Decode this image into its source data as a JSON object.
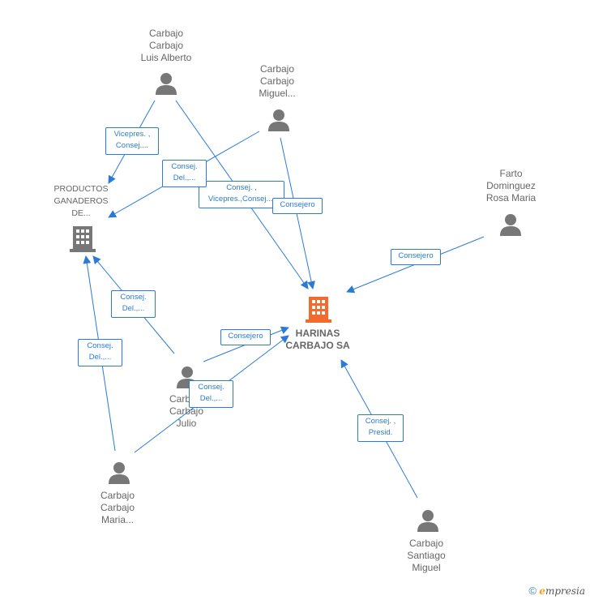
{
  "colors": {
    "edge": "#2b7bd6",
    "person": "#777777",
    "company": "#777777",
    "focus_company": "#f26a2e"
  },
  "nodes": [
    {
      "id": "luis_alberto",
      "type": "person",
      "label": "Carbajo\nCarbajo\nLuis Alberto"
    },
    {
      "id": "miguel",
      "type": "person",
      "label": "Carbajo\nCarbajo\nMiguel..."
    },
    {
      "id": "farto",
      "type": "person",
      "label": "Farto\nDominguez\nRosa Maria"
    },
    {
      "id": "productos",
      "type": "company",
      "label": "PRODUCTOS\nGANADEROS\nDE..."
    },
    {
      "id": "harinas",
      "type": "focus_company",
      "label": "HARINAS\nCARBAJO SA"
    },
    {
      "id": "julio",
      "type": "person",
      "label": "Carbajo\nCarbajo\nJulio"
    },
    {
      "id": "maria",
      "type": "person",
      "label": "Carbajo\nCarbajo\nMaria..."
    },
    {
      "id": "santiago",
      "type": "person",
      "label": "Carbajo\nSantiago\nMiguel"
    }
  ],
  "edges": [
    {
      "from": "luis_alberto",
      "to": "productos",
      "label": "Vicepres. ,\nConsej...."
    },
    {
      "from": "luis_alberto",
      "to": "harinas",
      "label": "Consej. ,\nVicepres.,Consej...."
    },
    {
      "from": "miguel",
      "to": "productos",
      "label": "Consej.\nDel.,..."
    },
    {
      "from": "miguel",
      "to": "harinas",
      "label": "Consejero"
    },
    {
      "from": "farto",
      "to": "harinas",
      "label": "Consejero"
    },
    {
      "from": "julio",
      "to": "productos",
      "label": "Consej.\nDel.,..."
    },
    {
      "from": "julio",
      "to": "harinas",
      "label": "Consejero"
    },
    {
      "from": "maria",
      "to": "productos",
      "label": "Consej.\nDel.,..."
    },
    {
      "from": "maria",
      "to": "harinas",
      "label": "Consej.\nDel.,..."
    },
    {
      "from": "santiago",
      "to": "harinas",
      "label": "Consej. ,\nPresid."
    }
  ],
  "footer": {
    "copyright": "©",
    "brand_initial": "e",
    "brand_rest": "mpresia"
  }
}
